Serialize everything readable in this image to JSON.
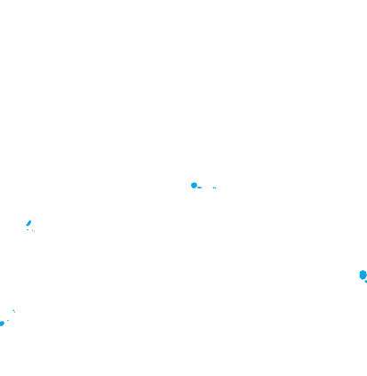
{
  "map": {
    "background_color": "#ffffff",
    "feature_color": "#0aa6e0",
    "features": [
      {
        "id": "feature-a",
        "kind": "island-cluster"
      },
      {
        "id": "feature-b",
        "kind": "island-cluster"
      },
      {
        "id": "feature-c",
        "kind": "island-cluster"
      },
      {
        "id": "feature-d",
        "kind": "island-cluster"
      }
    ]
  }
}
